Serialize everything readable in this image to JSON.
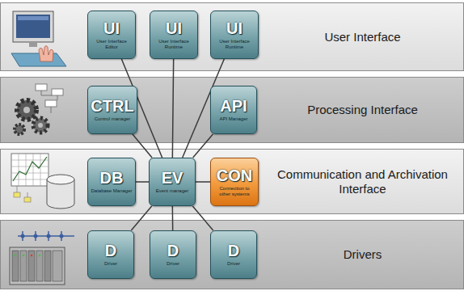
{
  "diagram": {
    "nodes": [
      {
        "text": [
          "User Interface"
        ]
      },
      {
        "text": [
          "UI",
          "User Interface Editor"
        ],
        "in": 0
      },
      {
        "text": [
          "UI",
          "User Interface Runtime"
        ],
        "in": 0
      },
      {
        "text": [
          "UI",
          "User Interface Runtime"
        ],
        "in": 0
      },
      {
        "text": [
          "Processing Interface"
        ]
      },
      {
        "text": [
          "CTRL",
          "Control manager"
        ],
        "in": 4
      },
      {
        "text": [
          "API",
          "API Manager"
        ],
        "in": 4
      },
      {
        "text": [
          "Communication and Archivation Interface"
        ]
      },
      {
        "text": [
          "DB",
          "Database Manager"
        ],
        "in": 7
      },
      {
        "text": [
          "EV",
          "Event manager"
        ],
        "in": 7
      },
      {
        "text": [
          "CON",
          "Connection to other systems"
        ],
        "in": 7
      },
      {
        "text": [
          "Drivers"
        ]
      },
      {
        "text": [
          "D",
          "Driver"
        ],
        "in": 11
      },
      {
        "text": [
          "D",
          "Driver"
        ],
        "in": 11
      },
      {
        "text": [
          "D",
          "Driver"
        ],
        "in": 11
      }
    ],
    "edges": [
      {
        "from": 9,
        "to": 1,
        "arrow": "none"
      },
      {
        "from": 9,
        "to": 2,
        "arrow": "none"
      },
      {
        "from": 9,
        "to": 3,
        "arrow": "none"
      },
      {
        "from": 9,
        "to": 5,
        "arrow": "none"
      },
      {
        "from": 9,
        "to": 6,
        "arrow": "none"
      },
      {
        "from": 9,
        "to": 8,
        "arrow": "none"
      },
      {
        "from": 9,
        "to": 10,
        "arrow": "none"
      },
      {
        "from": 9,
        "to": 12,
        "arrow": "none"
      },
      {
        "from": 9,
        "to": 13,
        "arrow": "none"
      },
      {
        "from": 9,
        "to": 14,
        "arrow": "none"
      }
    ]
  }
}
